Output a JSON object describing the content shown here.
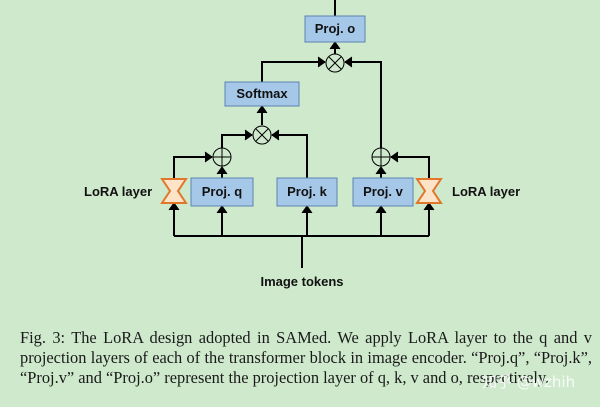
{
  "diagram": {
    "proj_o": "Proj. o",
    "softmax": "Softmax",
    "proj_q": "Proj. q",
    "proj_k": "Proj. k",
    "proj_v": "Proj. v",
    "lora_left": "LoRA layer",
    "lora_right": "LoRA layer",
    "image_tokens": "Image tokens"
  },
  "caption": {
    "text": "Fig. 3: The LoRA design adopted in SAMed. We apply LoRA layer to the q and v projection layers of each of the transformer block in image encoder. “Proj.q”, “Proj.k”, “Proj.v” and “Proj.o” represent the projection layer of q, k, v and o, respectively."
  },
  "watermark": "知乎 @wzhih",
  "colors": {
    "background": "#cfe9cd",
    "box_fill": "#a6c8e8",
    "box_stroke": "#5b84b1",
    "lora_fill": "#fde3c8",
    "lora_stroke": "#e0772b"
  }
}
